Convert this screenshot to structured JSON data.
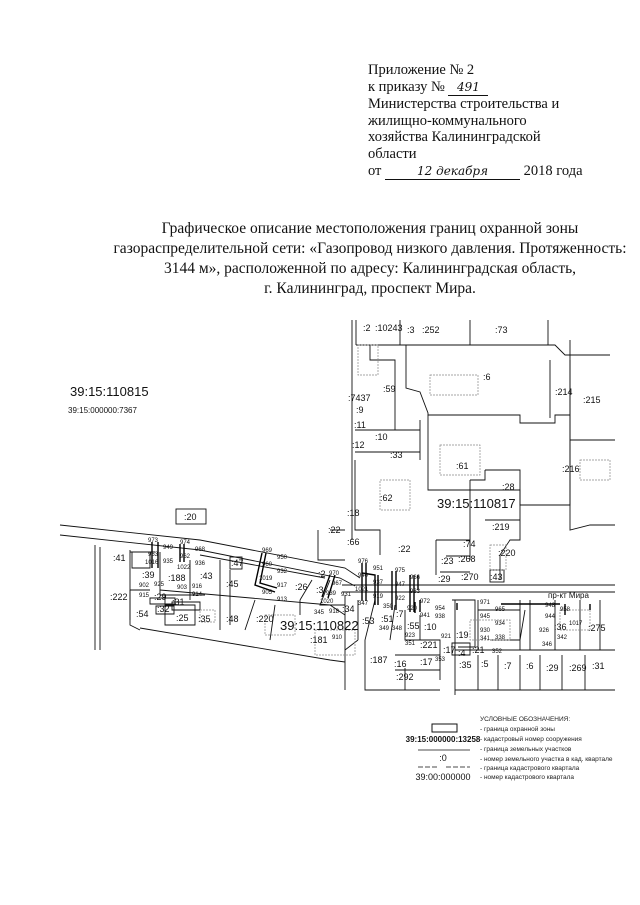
{
  "header": {
    "line1": "Приложение № 2",
    "order_prefix": "к приказу №",
    "order_number": "491",
    "line3": "Министерства строительства и",
    "line4": "жилищно-коммунального",
    "line5": "хозяйства Калининградской",
    "line6": "области",
    "date_prefix": "от",
    "date_handwritten": "12 декабря",
    "date_suffix": "2018 года"
  },
  "title": [
    "Графическое описание местоположения границ охранной зоны",
    "газораспределительной сети: «Газопровод низкого давления. Протяженность:",
    "3144 м», расположенной по адресу: Калининградская область,",
    "г. Калининград, проспект Мира."
  ],
  "map": {
    "quarters": [
      "39:15:110815",
      "39:15:110817",
      "39:15:110822"
    ],
    "structure_number": "39:15:000000:7367",
    "street": "пр-кт Мира",
    "parcels": [
      ":2",
      ":10243",
      ":3",
      ":252",
      ":73",
      ":6",
      ":59",
      ":7437",
      ":9",
      ":11",
      ":10",
      ":12",
      ":33",
      ":61",
      ":216",
      ":215",
      ":214",
      ":28",
      ":62",
      ":18",
      ":219",
      ":22",
      ":20",
      ":66",
      ":22",
      ":74",
      ":220",
      ":23",
      ":268",
      ":270",
      ":43",
      ":29",
      ":41",
      ":39",
      ":188",
      ":43",
      ":47",
      ":45",
      ":26",
      ":2",
      ":3",
      ":222",
      ":29",
      ":31",
      ":54",
      ":32",
      ":25",
      ":35",
      ":48",
      ":220",
      ":181",
      ":34",
      ":53",
      ":51",
      ":7",
      ":55",
      ":10",
      ":221",
      ":187",
      ":16",
      ":17",
      ":292",
      ":19",
      ":4",
      ":36",
      ":275",
      ":35",
      ":5",
      ":7",
      ":6",
      ":29",
      ":269",
      ":31",
      ":17",
      ":21"
    ],
    "points": [
      "973",
      "974",
      "969",
      "970",
      "976",
      "975",
      "972",
      "971",
      "948",
      "949",
      "968",
      "950",
      "967",
      "951",
      "966",
      "954",
      "965",
      "958",
      "963",
      "962",
      "960",
      "939",
      "940",
      "947",
      "941",
      "945",
      "944",
      "935",
      "936",
      "932",
      "931",
      "937",
      "933",
      "938",
      "934",
      "1017",
      "1016",
      "1022",
      "1019",
      "1020",
      "1021",
      "922",
      "923",
      "930",
      "926",
      "925",
      "916",
      "917",
      "918",
      "919",
      "920",
      "921",
      "338",
      "342",
      "902",
      "903",
      "905",
      "345",
      "347",
      "350",
      "351",
      "341",
      "346",
      "915",
      "914",
      "913",
      "910",
      "349",
      "348",
      "353",
      "352"
    ]
  },
  "legend": {
    "title": "УСЛОВНЫЕ ОБОЗНАЧЕНИЯ:",
    "sample_structure": "39:15:000000:13258",
    "sample_parcel": ":0",
    "sample_quarter": "39:00:000000",
    "items": [
      "- граница охранной зоны",
      "- кадастровый номер сооружения",
      "- граница земельных участков",
      "- номер земельного участка в кад. квартале",
      "- граница кадастрового квартала",
      "- номер кадастрового квартала"
    ]
  }
}
